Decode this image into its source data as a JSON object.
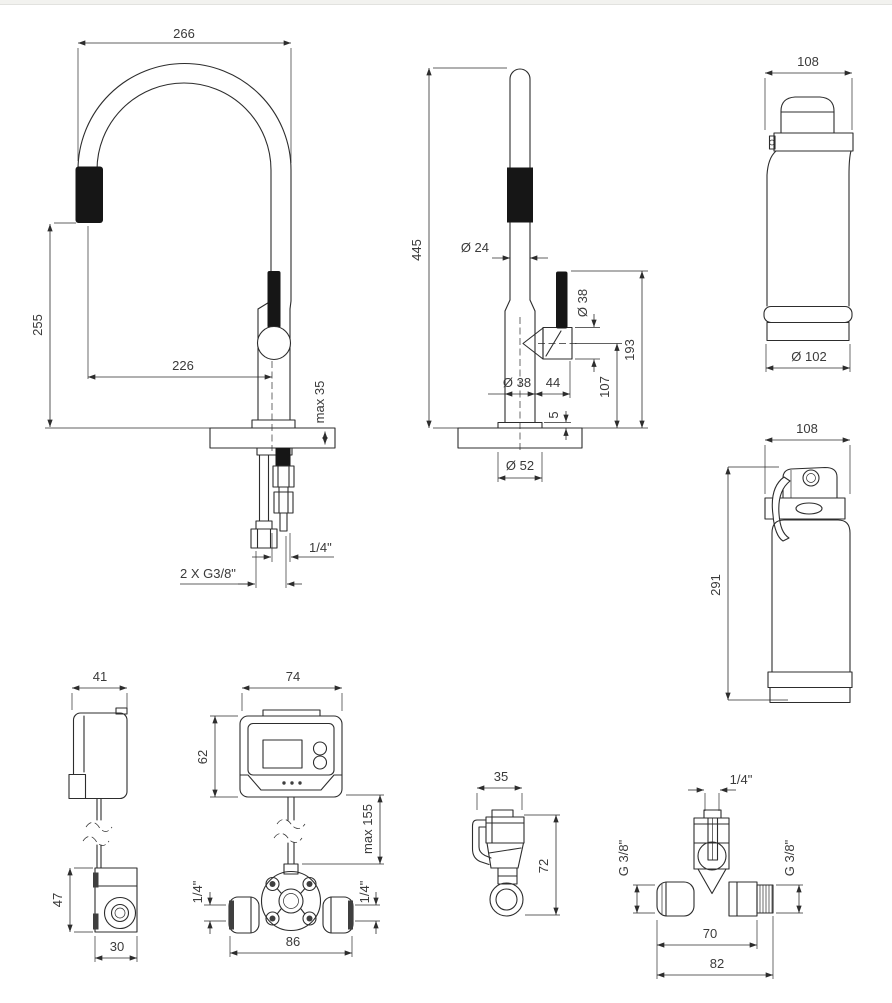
{
  "page": {
    "background": "#ffffff",
    "top_strip_color": "#f2f2ef",
    "line_color": "#2d2d2d",
    "text_color": "#3a3a3a",
    "fill_black": "#161616"
  },
  "figures": {
    "faucet_front": {
      "title": "faucet front view",
      "dims": {
        "spout_width": "266",
        "spray_height": "255",
        "spout_reach": "226",
        "deck_thickness": "max 35",
        "outlet_connection": "1/4\"",
        "supply_connections": "2 X G3/8\""
      }
    },
    "faucet_side": {
      "title": "faucet side view",
      "dims": {
        "total_height": "445",
        "spout_diameter": "Ø 24",
        "handle_diameter": "Ø 38",
        "handle_top_height": "193",
        "handle_center_height": "107",
        "body_diameter": "Ø 38",
        "handle_depth": "44",
        "base_ring_height": "5",
        "base_diameter": "Ø 52"
      }
    },
    "filter_bottle_front": {
      "title": "filter bottle front view",
      "dims": {
        "head_width": "108",
        "body_diameter": "Ø 102"
      }
    },
    "filter_bottle_side": {
      "title": "filter bottle side view",
      "dims": {
        "head_width": "108",
        "total_height": "291"
      }
    },
    "sensor_bracket": {
      "title": "bracket with cable box",
      "dims": {
        "bracket_width": "41",
        "box_height": "47",
        "box_width": "30"
      }
    },
    "control_unit": {
      "title": "control unit with manifold",
      "dims": {
        "unit_width": "74",
        "unit_height": "62",
        "cable_length": "max 155",
        "port_left": "1/4\"",
        "port_right": "1/4\"",
        "manifold_width": "86"
      }
    },
    "shutoff_valve": {
      "title": "shut-off valve",
      "dims": {
        "valve_width": "35",
        "valve_height": "72"
      }
    },
    "tee_valve": {
      "title": "tee valve",
      "dims": {
        "top_port": "1/4\"",
        "left_port": "G 3/8\"",
        "right_port": "G 3/8\"",
        "body_length": "70",
        "total_length": "82"
      }
    }
  }
}
